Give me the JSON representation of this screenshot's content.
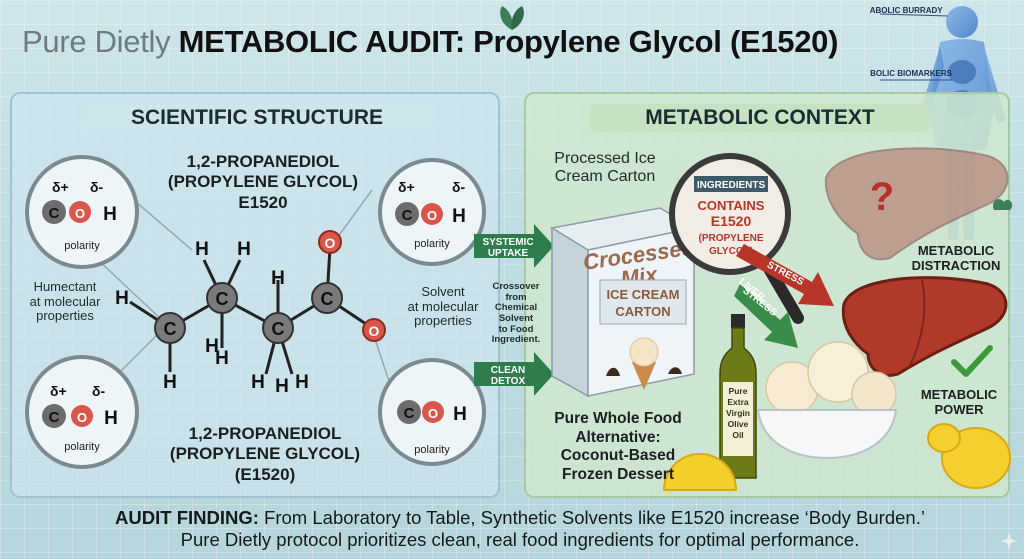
{
  "header": {
    "brand": "Pure Dietly",
    "title": "METABOLIC AUDIT: Propylene Glycol (E1520)"
  },
  "body_map": {
    "label_top": "METABOLIC BURRADY",
    "label_mid": "METABOLIC BIOMARKERS"
  },
  "left_panel": {
    "heading": "SCIENTIFIC STRUCTURE",
    "name_top": [
      "1,2-PROPANEDIOL",
      "(PROPYLENE GLYCOL)",
      "E1520"
    ],
    "name_bottom": [
      "1,2-PROPANEDIOL",
      "(PROPYLENE GLYCOL)",
      "(E1520)"
    ],
    "humectant": [
      "Humectant",
      "at molecular",
      "properties"
    ],
    "solvent": [
      "Solvent",
      "at molecular",
      "properties"
    ],
    "polarity_label": "polarity",
    "delta_plus": "δ+",
    "delta_minus": "δ-",
    "atoms": {
      "carbon": "C",
      "oxygen": "O",
      "hydrogen": "H"
    }
  },
  "right_panel": {
    "heading": "METABOLIC CONTEXT",
    "carton_title": [
      "Processed Ice",
      "Cream Carton"
    ],
    "carton_brand": [
      "Crocessed",
      "Mix"
    ],
    "carton_label": [
      "ICE CREAM",
      "CARTON"
    ],
    "ingredients_tag": "INGREDIENTS",
    "ingredients_text": [
      "CONTAINS",
      "E1520",
      "(PROPYLENE",
      "GLYCOL)"
    ],
    "crossover": [
      "Crossover",
      "from",
      "Chemical",
      "Solvent",
      "to Food",
      "Ingredient."
    ],
    "stress_tag": "STRESS",
    "liver_stress": [
      "LIVER",
      "STRESS"
    ],
    "distraction": [
      "METABOLIC",
      "DISTRACTION"
    ],
    "power": [
      "METABOLIC",
      "POWER"
    ],
    "alternative": [
      "Pure Whole Food",
      "Alternative:",
      "Coconut-Based",
      "Frozen Dessert"
    ],
    "olive_oil": [
      "Pure",
      "Extra",
      "Virgin",
      "Olive",
      "Oil"
    ]
  },
  "arrows": {
    "systemic": [
      "SYSTEMIC",
      "UPTAKE"
    ],
    "clean": [
      "CLEAN",
      "DETOX"
    ]
  },
  "footer": {
    "finding_label": "AUDIT FINDING:",
    "finding_text": " From Laboratory to Table, Synthetic Solvents like E1520 increase ‘Body Burden.’",
    "line2": "Pure Dietly protocol prioritizes clean, real food ingredients for optimal performance."
  },
  "colors": {
    "heading_panel_left": "#cfe5ec",
    "heading_panel_right": "#c6e2c3",
    "oxygen": "#d9574a",
    "carbon": "#5a5a5a",
    "liver": "#b03a2a",
    "arrow_green": "#2f7d4c",
    "check_green": "#3c9a3a"
  },
  "icons": [
    "leaf-icon",
    "human-body-icon",
    "magnifier-icon",
    "question-mark-icon",
    "checkmark-icon",
    "sparkle-icon"
  ]
}
